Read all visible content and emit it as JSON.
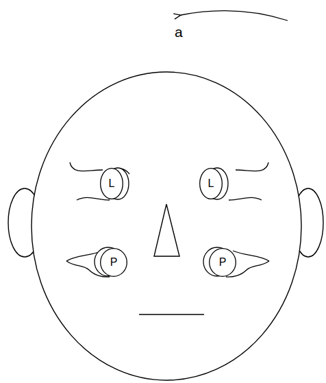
{
  "diagram": {
    "nodes": [
      {
        "text": [
          "L"
        ]
      },
      {
        "text": [
          "L"
        ]
      },
      {
        "text": [
          "P"
        ]
      },
      {
        "text": [
          "P"
        ]
      }
    ],
    "labels": [
      "a"
    ]
  }
}
